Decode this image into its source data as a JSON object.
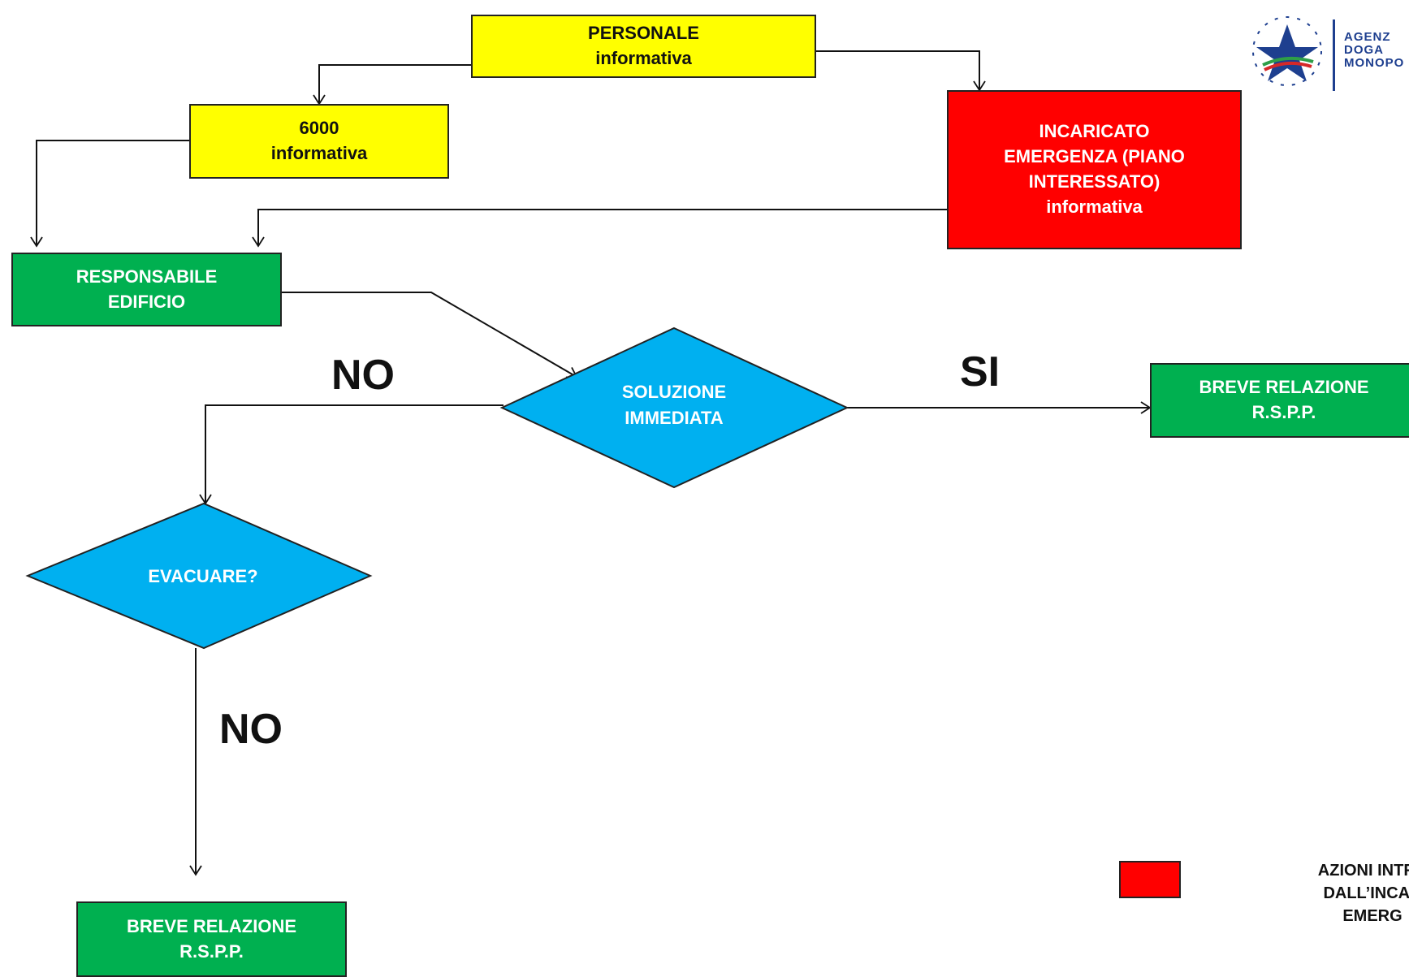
{
  "logo": {
    "lines": [
      "AGENZ",
      "DOGA",
      "MONOPO"
    ]
  },
  "nodes": {
    "personale": {
      "line1": "PERSONALE",
      "line2": "informativa"
    },
    "n6000": {
      "line1": "6000",
      "line2": "informativa"
    },
    "incaricato": {
      "line1": "INCARICATO",
      "line2": "EMERGENZA (PIANO",
      "line3": "INTERESSATO)",
      "line4": "informativa"
    },
    "responsabile": {
      "line1": "RESPONSABILE",
      "line2": "EDIFICIO"
    },
    "soluzione": {
      "line1": "SOLUZIONE",
      "line2": "IMMEDIATA"
    },
    "breve_right": {
      "line1": "BREVE RELAZIONE",
      "line2": "R.S.P.P."
    },
    "evacuare": {
      "line1": "EVACUARE?"
    },
    "breve_bottom": {
      "line1": "BREVE  RELAZIONE",
      "line2": "R.S.P.P."
    }
  },
  "edge_labels": {
    "no_top": "NO",
    "si": "SI",
    "no_bottom": "NO"
  },
  "legend": {
    "color": "#ff0000",
    "lines": [
      "AZIONI INTRA",
      "DALL’INCAR",
      "EMERG"
    ]
  },
  "colors": {
    "yellow": "#ffff00",
    "red": "#ff0000",
    "green": "#00b050",
    "diamond": "#00b0f0"
  }
}
